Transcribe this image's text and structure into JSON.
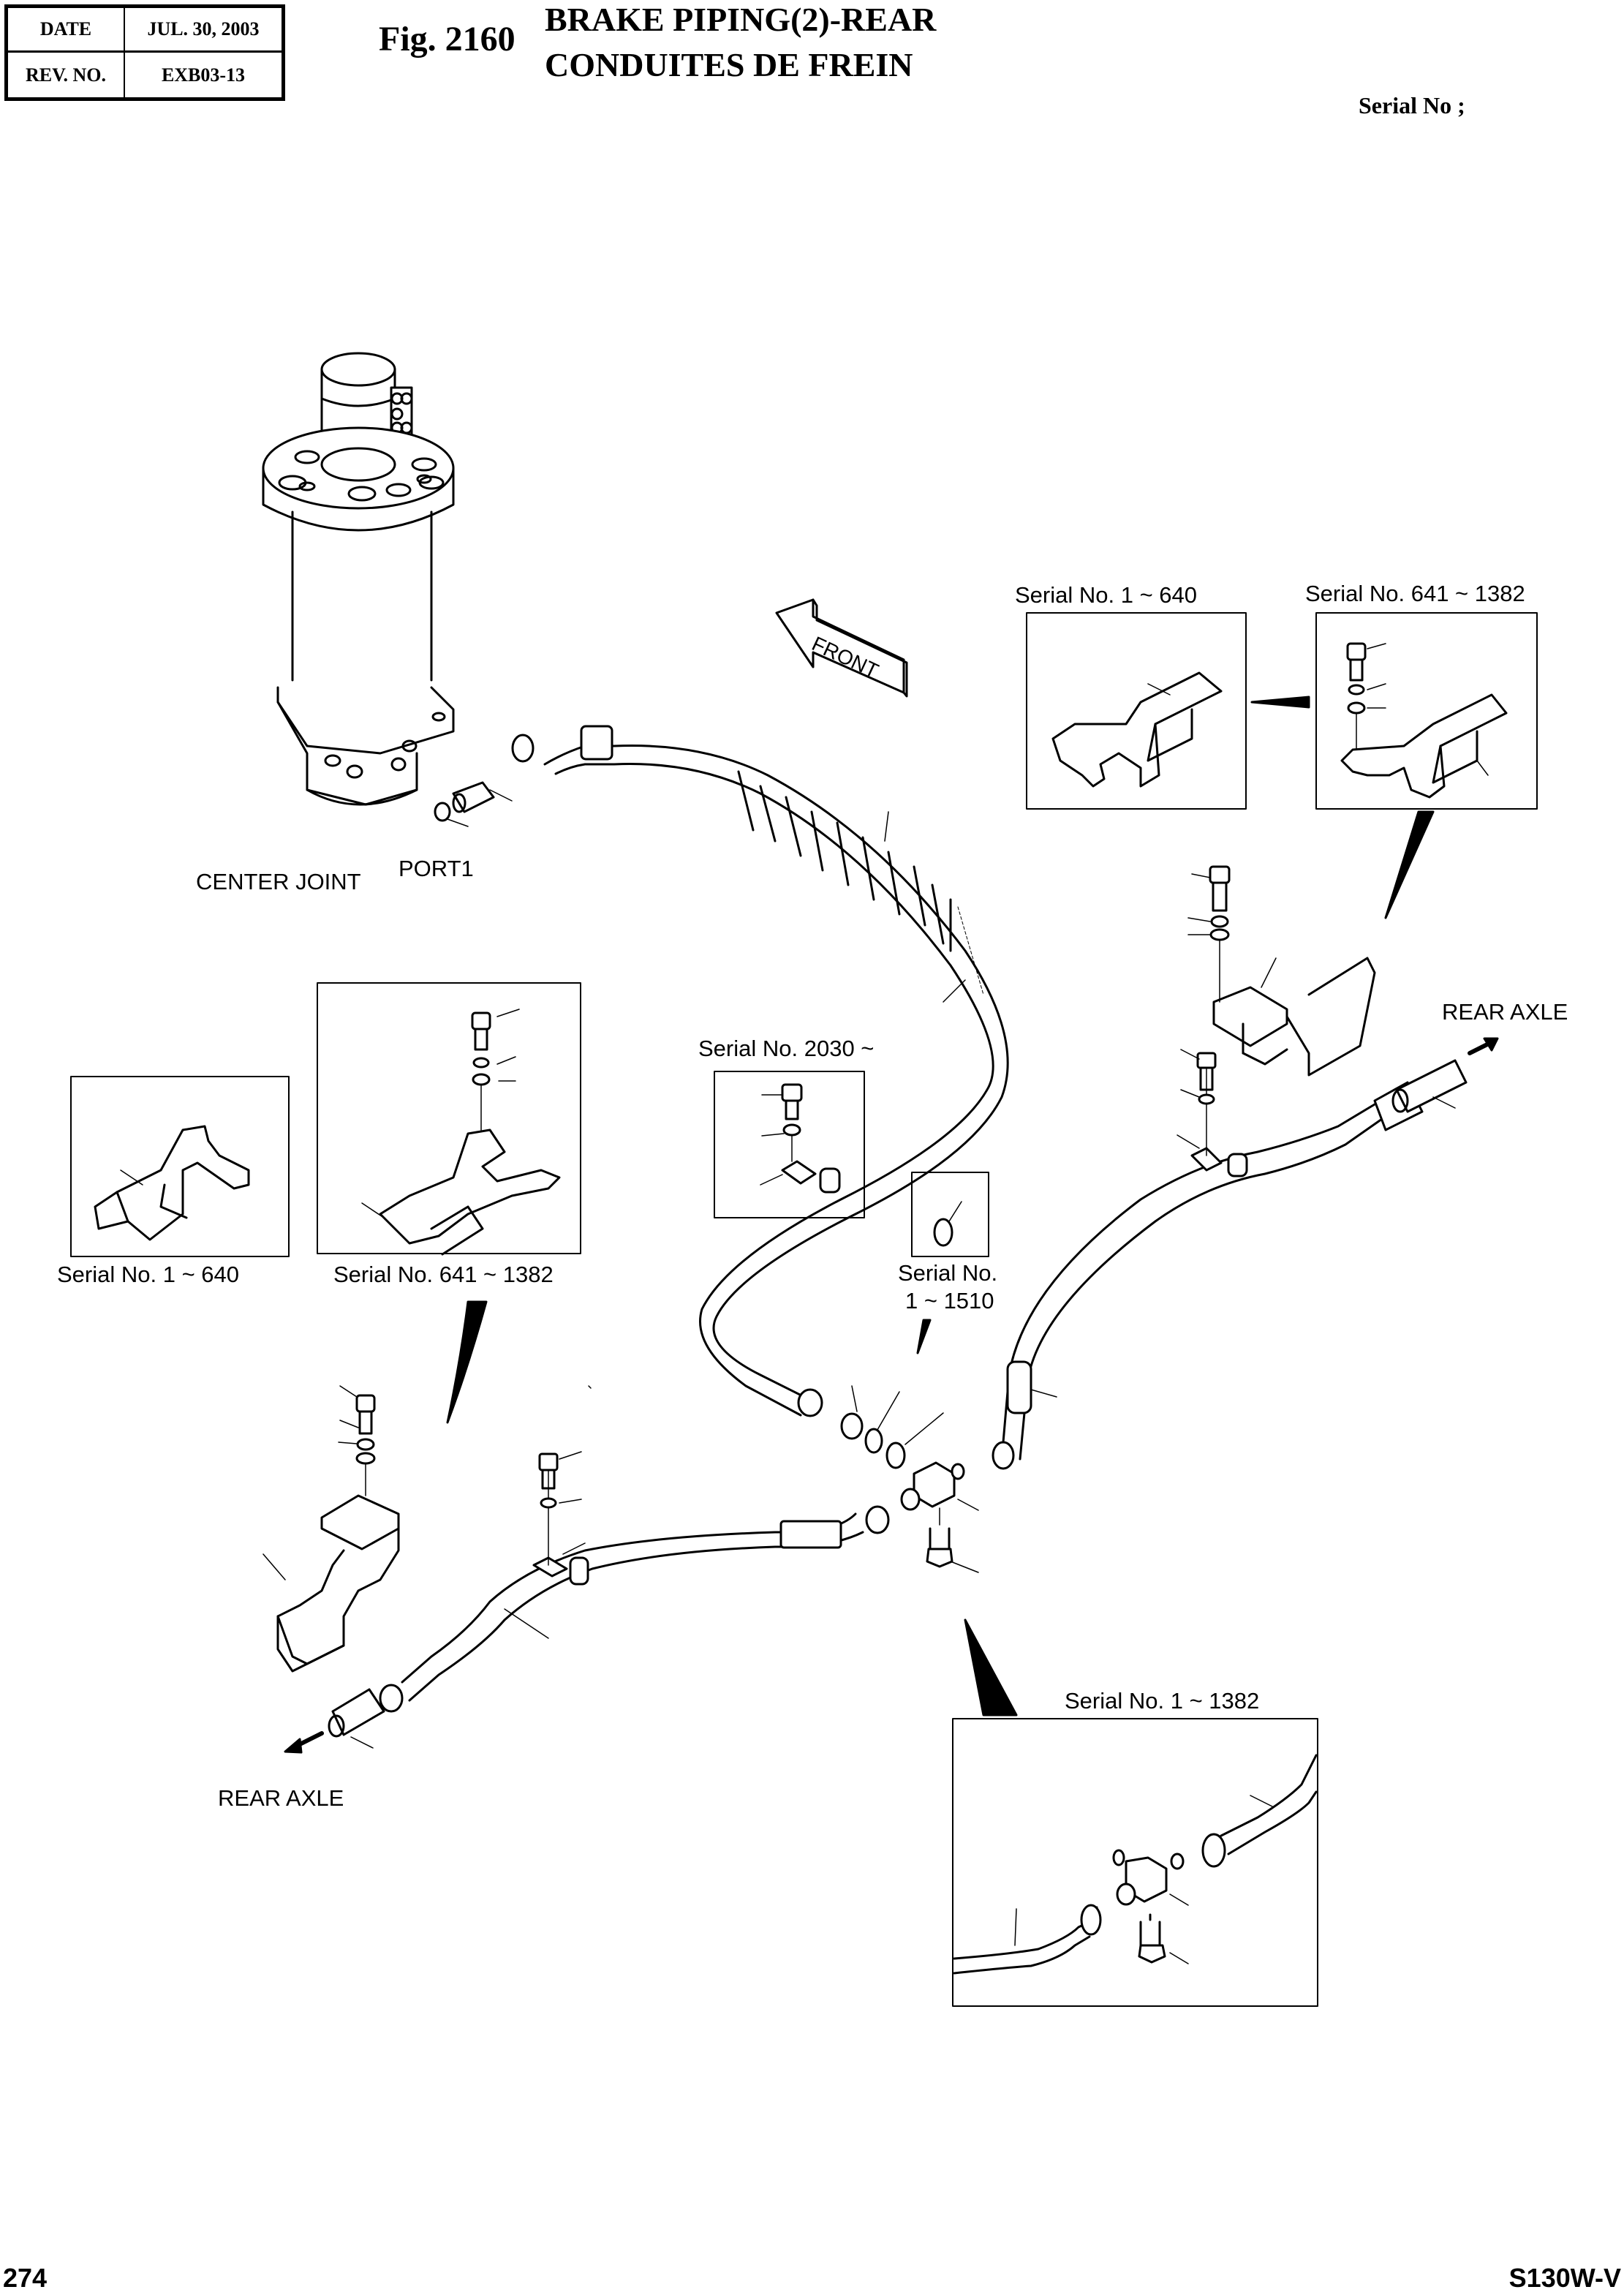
{
  "header": {
    "date_label": "DATE",
    "date_value": "JUL. 30, 2003",
    "rev_label": "REV. NO.",
    "rev_value": "EXB03-13",
    "fig_number": "Fig. 2160",
    "title_en": "BRAKE PIPING(2)-REAR",
    "title_fr": "CONDUITES DE FREIN",
    "serial_label": "Serial No ;"
  },
  "labels": {
    "center_joint": "CENTER JOINT",
    "port1": "PORT1",
    "front_arrow": "FRONT",
    "rear_axle_right": "REAR AXLE",
    "rear_axle_left": "REAR AXLE"
  },
  "insets": [
    {
      "id": "top-right-a",
      "caption": "Serial No. 1 ~ 640"
    },
    {
      "id": "top-right-b",
      "caption": "Serial No. 641 ~ 1382"
    },
    {
      "id": "left-a",
      "caption": "Serial No. 1 ~ 640"
    },
    {
      "id": "left-b",
      "caption": "Serial No. 641 ~ 1382"
    },
    {
      "id": "center-clamp",
      "caption": "Serial No. 2030 ~"
    },
    {
      "id": "center-ring",
      "caption_line1": "Serial No.",
      "caption_line2": "1 ~ 1510"
    },
    {
      "id": "bottom-tee",
      "caption": "Serial No. 1 ~ 1382"
    }
  ],
  "footer": {
    "page_number": "274",
    "model": "S130W-V"
  }
}
